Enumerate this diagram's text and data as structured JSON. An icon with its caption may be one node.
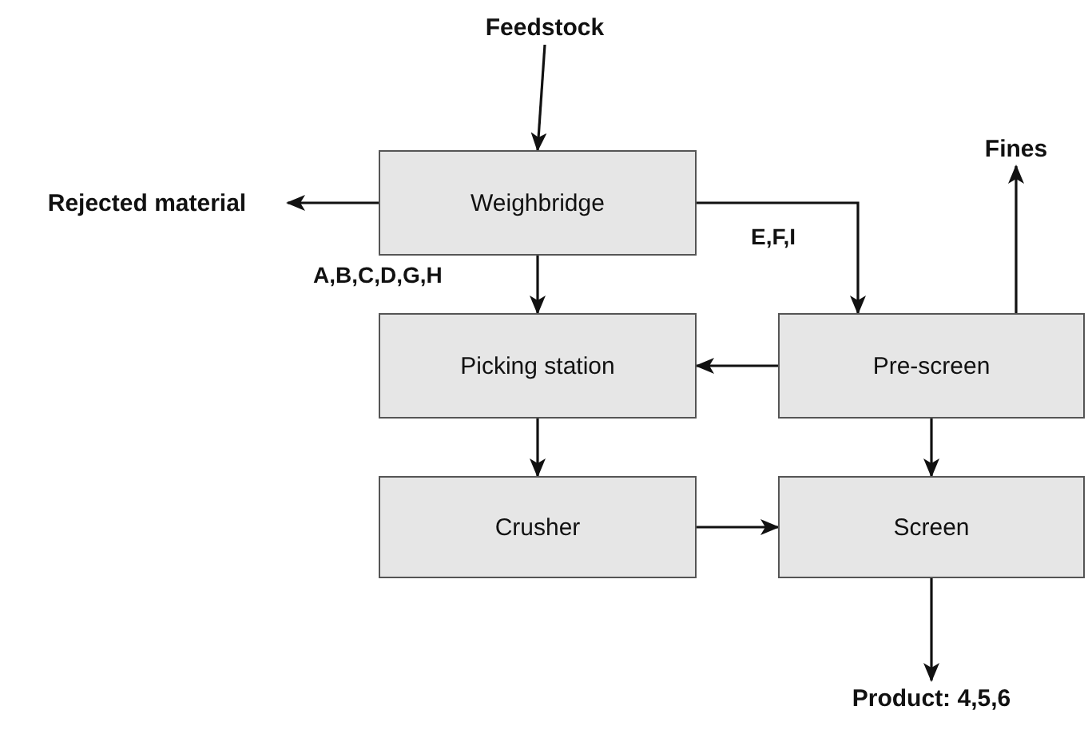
{
  "diagram": {
    "nodes": [
      {
        "text": [
          "Feedstock"
        ]
      },
      {
        "text": [
          "Weighbridge"
        ]
      },
      {
        "text": [
          "Rejected material"
        ]
      },
      {
        "text": [
          "Picking station"
        ]
      },
      {
        "text": [
          "Pre-screen"
        ]
      },
      {
        "text": [
          "Fines"
        ]
      },
      {
        "text": [
          "Crusher"
        ]
      },
      {
        "text": [
          "Screen"
        ]
      },
      {
        "text": [
          "Product: **4,5,6**"
        ]
      }
    ],
    "edges": [
      {
        "from": 0,
        "to": 1,
        "arrow": "to"
      },
      {
        "from": 1,
        "to": 2,
        "arrow": "to"
      },
      {
        "from": 1,
        "to": 3,
        "arrow": "to",
        "label": "A,B,C,D,G,H"
      },
      {
        "from": 1,
        "to": 4,
        "arrow": "to",
        "label": "E,F,I"
      },
      {
        "from": 4,
        "to": 5,
        "arrow": "to"
      },
      {
        "from": 4,
        "to": 3,
        "arrow": "to"
      },
      {
        "from": 3,
        "to": 6,
        "arrow": "to"
      },
      {
        "from": 4,
        "to": 7,
        "arrow": "to"
      },
      {
        "from": 6,
        "to": 7,
        "arrow": "to"
      },
      {
        "from": 7,
        "to": 8,
        "arrow": "to"
      }
    ]
  }
}
